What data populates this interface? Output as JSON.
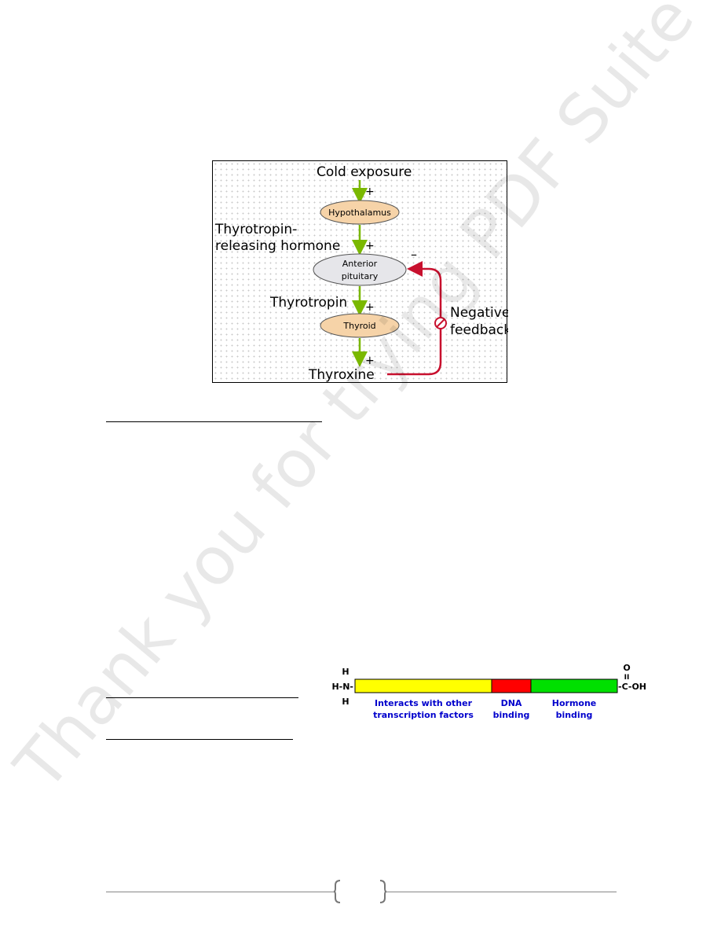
{
  "figure_thyroid_axis": {
    "stimulus": "Cold exposure",
    "hypothalamus": "Hypothalamus",
    "trh_line1": "Thyrotropin-",
    "trh_line2": "releasing hormone",
    "anterior_line1": "Anterior",
    "anterior_line2": "pituitary",
    "thyrotropin": "Thyrotropin",
    "thyroid": "Thyroid",
    "thyroxine": "Thyroxine",
    "feedback_line1": "Negative",
    "feedback_line2": "feedback",
    "plus": "+",
    "minus": "–",
    "colors": {
      "gland_fill": "#f6d3a8",
      "pituitary_fill": "#e6e6ea",
      "stimulation_arrow": "#7ab800",
      "feedback_arrow": "#c8102e"
    }
  },
  "figure_receptor": {
    "n_terminus": {
      "top": "H",
      "middle": "H-N-",
      "bottom": "H"
    },
    "c_terminus": {
      "top": "O",
      "double_bond": "II",
      "middle": "-C-OH"
    },
    "domains": [
      {
        "line1": "Interacts with other",
        "line2": "transcription factors",
        "color": "#ffff00"
      },
      {
        "line1": "DNA",
        "line2": "binding",
        "color": "#ff0000"
      },
      {
        "line1": "Hormone",
        "line2": "binding",
        "color": "#00e000"
      }
    ],
    "label_color": "#0000cc"
  },
  "footer": {
    "page_number": ""
  },
  "watermark": {
    "text": "Thank you for trying PDF Suite"
  }
}
